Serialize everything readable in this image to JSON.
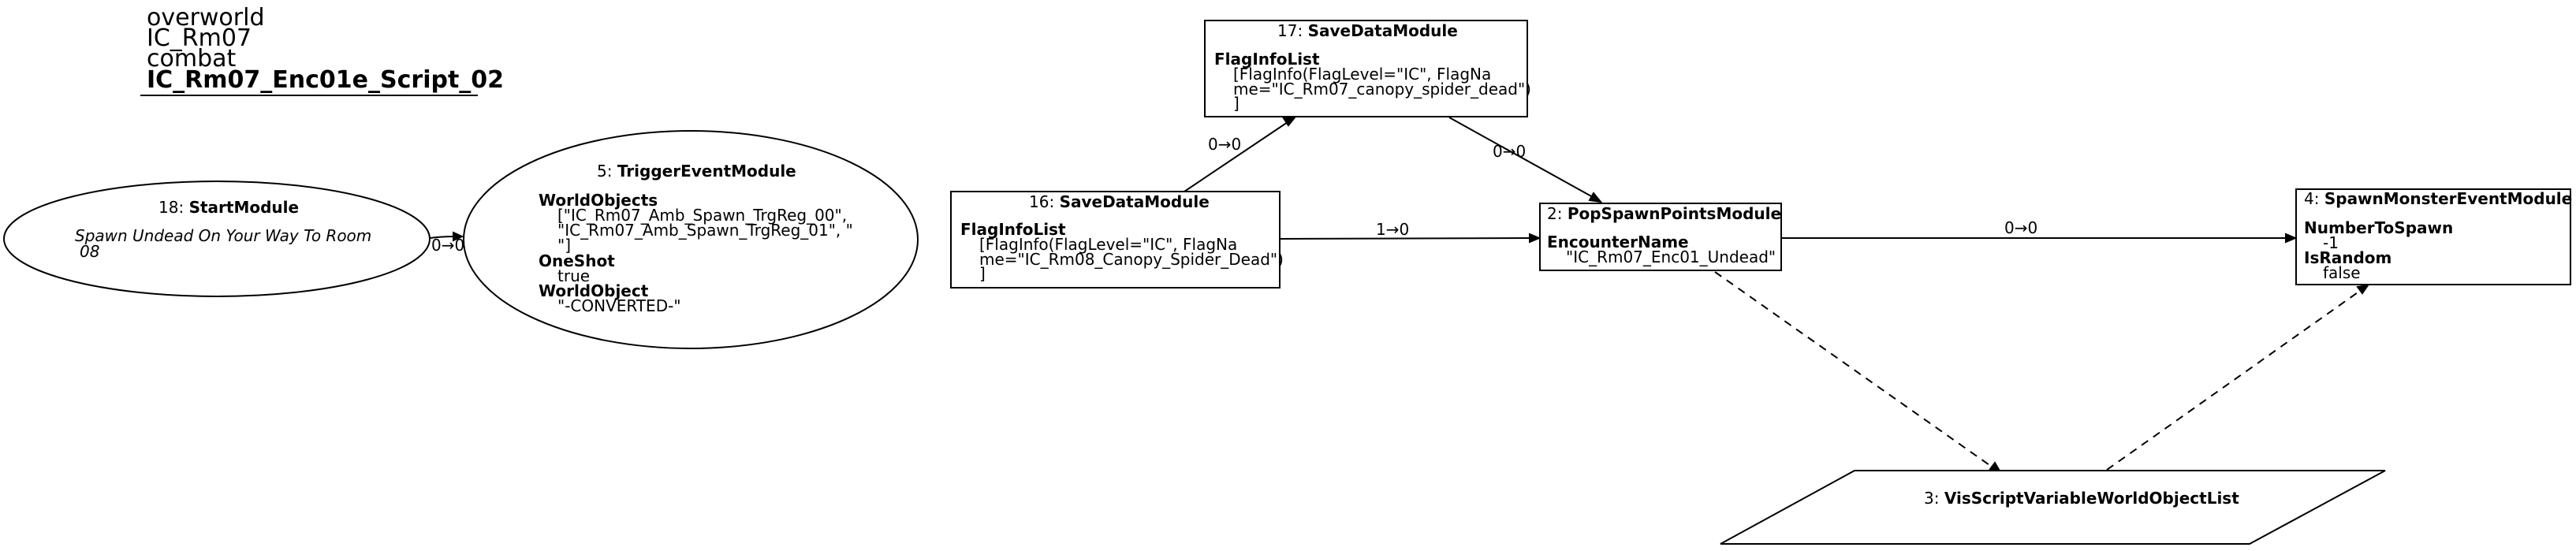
{
  "header": {
    "line1": "overworld",
    "line2": "IC_Rm07",
    "line3": "combat",
    "script_name": "IC_Rm07_Enc01e_Script_02"
  },
  "nodes": {
    "n18": {
      "id": "18",
      "module": "StartModule",
      "desc1": "Spawn Undead On Your Way To Room",
      "desc2": "08"
    },
    "n5": {
      "id": "5",
      "module": "TriggerEventModule",
      "p1_name": "WorldObjects",
      "p1_v1": "[\"IC_Rm07_Amb_Spawn_TrgReg_00\",",
      "p1_v2": "\"IC_Rm07_Amb_Spawn_TrgReg_01\", \"",
      "p1_v3": "\"]",
      "p2_name": "OneShot",
      "p2_v1": "true",
      "p3_name": "WorldObject",
      "p3_v1": "\"-CONVERTED-\""
    },
    "n16": {
      "id": "16",
      "module": "SaveDataModule",
      "p1_name": "FlagInfoList",
      "p1_v1": "[FlagInfo(FlagLevel=\"IC\", FlagNa",
      "p1_v2": "me=\"IC_Rm08_Canopy_Spider_Dead\")",
      "p1_v3": "]"
    },
    "n17": {
      "id": "17",
      "module": "SaveDataModule",
      "p1_name": "FlagInfoList",
      "p1_v1": "[FlagInfo(FlagLevel=\"IC\", FlagNa",
      "p1_v2": "me=\"IC_Rm07_canopy_spider_dead\")",
      "p1_v3": "]"
    },
    "n2": {
      "id": "2",
      "module": "PopSpawnPointsModule",
      "p1_name": "EncounterName",
      "p1_v1": "\"IC_Rm07_Enc01_Undead\""
    },
    "n4": {
      "id": "4",
      "module": "SpawnMonsterEventModule",
      "p1_name": "NumberToSpawn",
      "p1_v1": "-1",
      "p2_name": "IsRandom",
      "p2_v1": "false"
    },
    "n3": {
      "id": "3",
      "module": "VisScriptVariableWorldObjectList"
    }
  },
  "edges": {
    "e18_5": "0→0",
    "e16_17": "0→0",
    "e16_2": "1→0",
    "e17_2": "0→0",
    "e2_4": "0→0"
  }
}
